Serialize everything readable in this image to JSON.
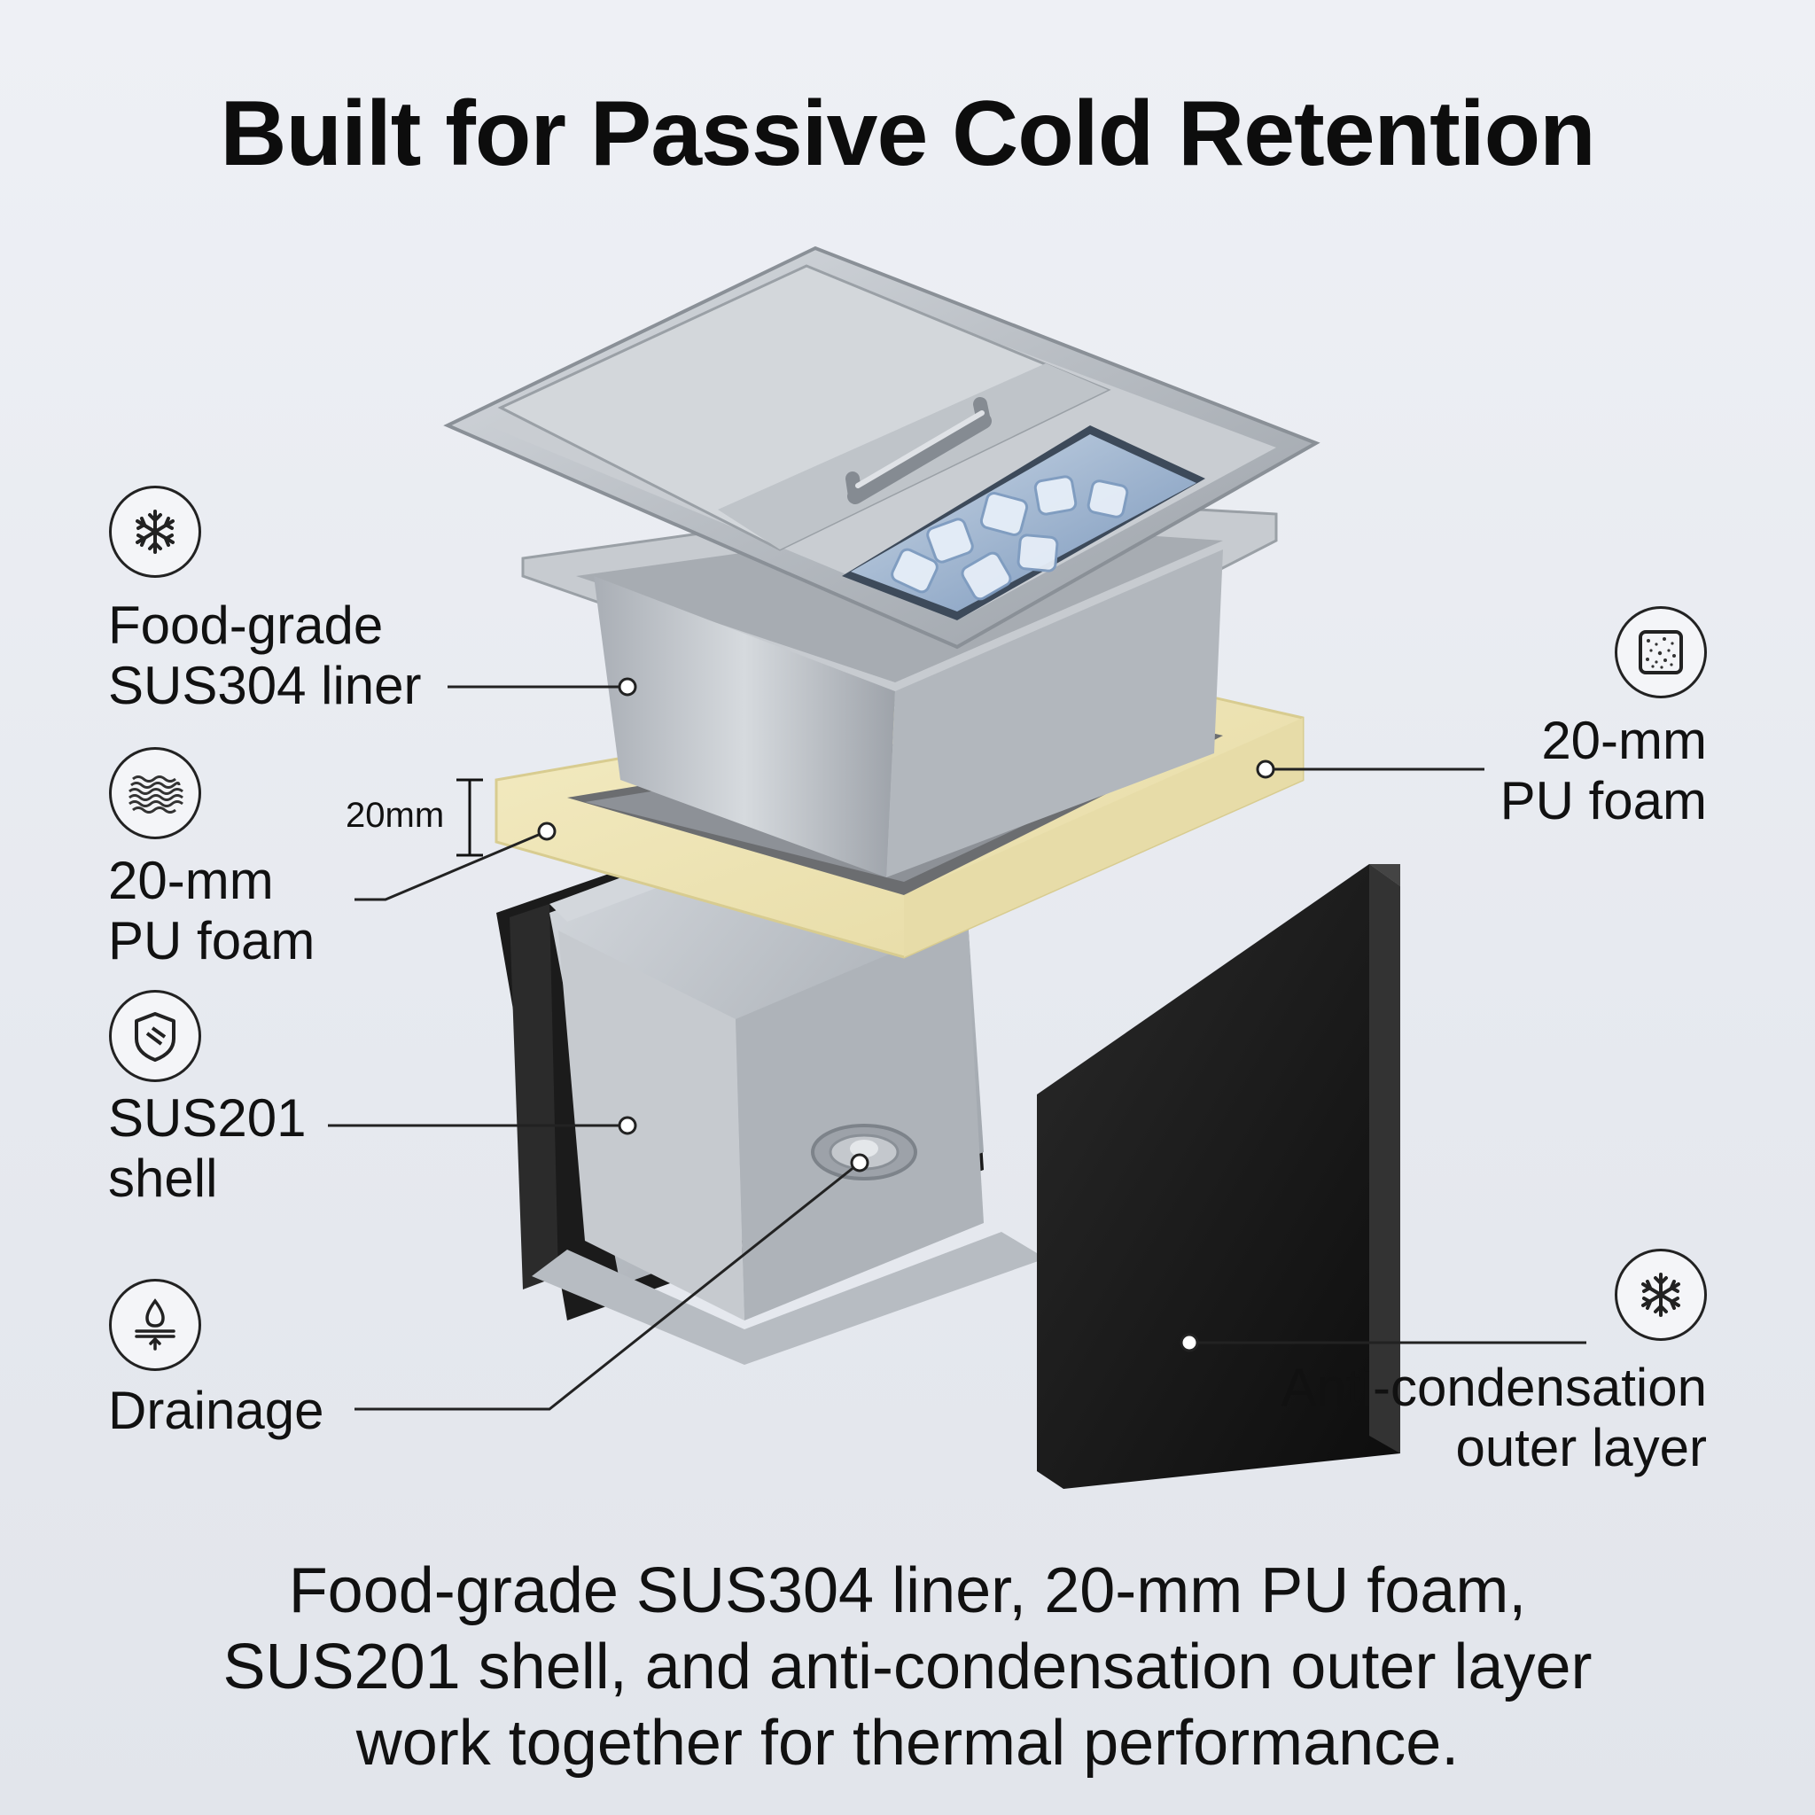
{
  "title": "Built for Passive Cold Retention",
  "callouts": {
    "liner": {
      "line1": "Food-grade",
      "line2": "SUS304 liner",
      "icon": "snowflake-icon"
    },
    "foam_left": {
      "line1": "20-mm",
      "line2": "PU foam",
      "icon": "wave-texture-icon"
    },
    "shell": {
      "line1": "SUS201",
      "line2": "shell",
      "icon": "shield-icon"
    },
    "drainage": {
      "line1": "Drainage",
      "icon": "water-drop-icon"
    },
    "foam_right": {
      "line1": "20-mm",
      "line2": "PU foam",
      "icon": "foam-texture-icon"
    },
    "outer": {
      "line1": "Anti-condensation",
      "line2": "outer layer",
      "icon": "snowflake-icon"
    }
  },
  "dimension_label": "20mm",
  "caption": {
    "line1": "Food-grade SUS304 liner, 20-mm PU foam,",
    "line2": "SUS201 shell, and anti-condensation outer layer",
    "line3": "work together for thermal performance."
  },
  "colors": {
    "steel": "#b9bec4",
    "foam": "#efe6b8",
    "panel": "#151515",
    "ice": "#9fb9d9"
  }
}
